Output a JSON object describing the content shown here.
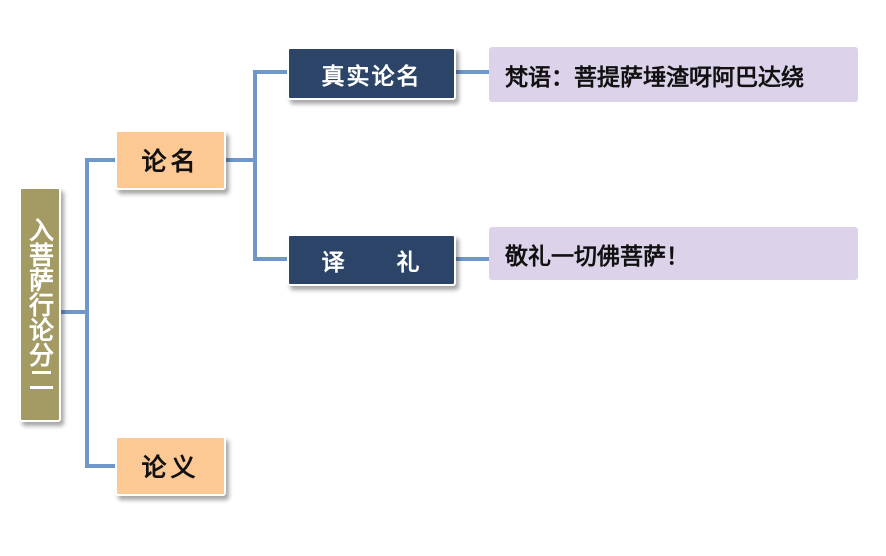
{
  "root": {
    "label": "入菩萨行论分二"
  },
  "branches": [
    {
      "label": "论名"
    },
    {
      "label": "论义"
    }
  ],
  "sub_items": [
    {
      "label": "真实论名",
      "detail": "梵语：菩提萨埵渣呀阿巴达绕"
    },
    {
      "label": "译　　礼",
      "detail": "敬礼一切佛菩萨！"
    }
  ],
  "colors": {
    "root": "#a39b63",
    "branch": "#fcc894",
    "sub_item": "#2b4467",
    "detail": "#dcd2ea",
    "connector": "#6f97c9"
  }
}
